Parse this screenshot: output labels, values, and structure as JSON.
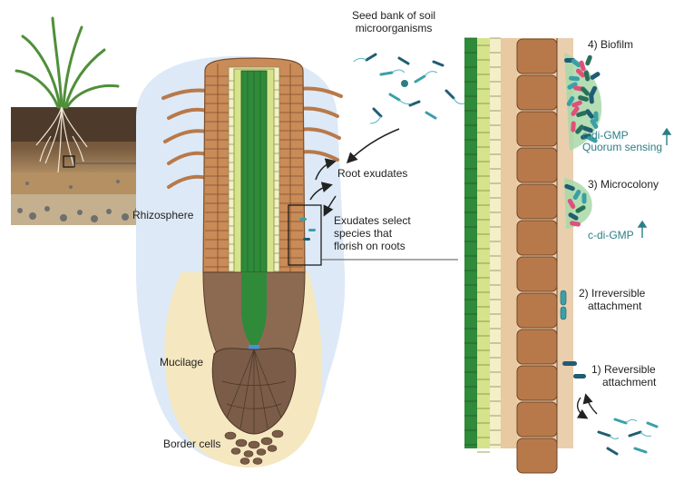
{
  "labels": {
    "seed_bank": [
      "Seed bank of soil",
      "microorganisms"
    ],
    "root_exudates": "Root exudates",
    "exudates_select": [
      "Exudates select",
      "species that",
      "florish on roots"
    ],
    "rhizosphere": "Rhizosphere",
    "mucilage": "Mucilage",
    "border_cells": "Border cells",
    "biofilm": "4) Biofilm",
    "cdigmp_1": "c-di-GMP",
    "quorum": "Quorum sensing",
    "microcolony": "3) Microcolony",
    "cdigmp_2": "c-di-GMP",
    "irreversible": [
      "2) Irreversible",
      "attachment"
    ],
    "reversible": [
      "1) Reversible",
      "attachment"
    ]
  },
  "colors": {
    "rhizosphere": "#dde9f6",
    "mucilage": "#f5e7bf",
    "cortex": "#b8794a",
    "epidermis": "#c98b57",
    "endodermis": "#f3efc6",
    "pericycle": "#d5e38c",
    "stele": "#2f8a3a",
    "root_cap": "#8c6a52",
    "teal_text": "#2b7f86",
    "bacteria_dark": "#1f5d73",
    "bacteria_teal": "#3aa0a8",
    "bacteria_pink": "#e0507a",
    "biofilm_matrix": "#a8d8a8"
  }
}
